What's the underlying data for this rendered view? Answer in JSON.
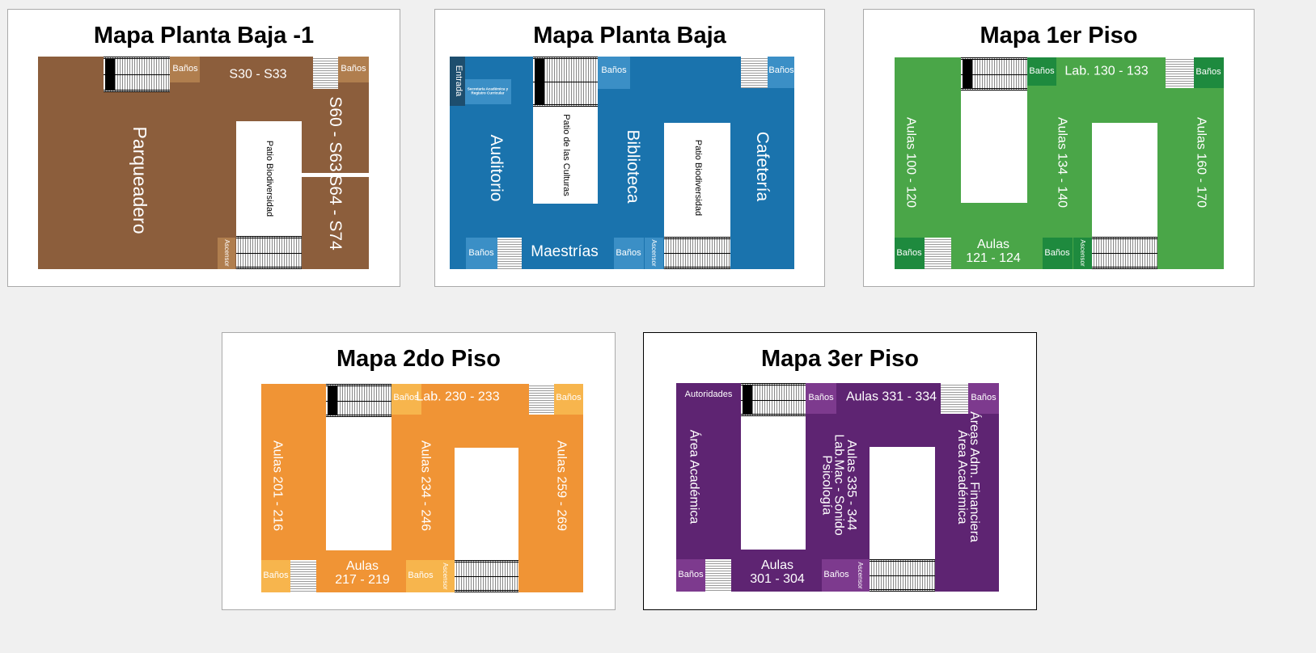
{
  "colors": {
    "brown": "#8c5e3c",
    "blue": "#1a73ad",
    "green": "#4aa648",
    "orange": "#f09435",
    "purple": "#5e2472"
  },
  "maps": [
    {
      "title": "Mapa Planta Baja -1",
      "labels": {
        "banos": "Baños",
        "s30": "S30 - S33",
        "s60": "S60 - S63",
        "s64": "S64 - S74",
        "parqueadero": "Parqueadero",
        "patio": "Patio Biodiversidad",
        "ascensor": "Ascensor"
      }
    },
    {
      "title": "Mapa Planta Baja",
      "labels": {
        "entrada": "Entrada",
        "secretaria": "Secretaría Académica y\nRegistro Curricular",
        "banos": "Baños",
        "patio_culturas": "Patio de las Culturas",
        "patio": "Patio Biodiversidad",
        "auditorio": "Auditorio",
        "biblioteca": "Biblioteca",
        "cafeteria": "Cafetería",
        "maestrias": "Maestrías",
        "ascensor": "Ascensor"
      }
    },
    {
      "title": "Mapa 1er Piso",
      "labels": {
        "banos": "Baños",
        "lab": "Lab. 130 - 133",
        "left": "Aulas 100 - 120",
        "mid": "Aulas 134 - 140",
        "right": "Aulas 160 - 170",
        "bottom": "Aulas\n121 - 124",
        "ascensor": "Ascensor"
      }
    },
    {
      "title": "Mapa 2do Piso",
      "labels": {
        "banos": "Baños",
        "lab": "Lab. 230 - 233",
        "left": "Aulas 201 - 216",
        "mid": "Aulas 234 - 246",
        "right": "Aulas 259 - 269",
        "bottom": "Aulas\n217 - 219",
        "ascensor": "Ascensor"
      }
    },
    {
      "title": "Mapa 3er Piso",
      "labels": {
        "autoridades": "Autoridades",
        "banos": "Baños",
        "top": "Aulas 331 - 334",
        "left": "Área Académica",
        "mid": "Aulas 335 - 344\nLab.Mac - Sonido\nPsicología",
        "right": "Áreas Adm. Financiera\nÁrea Académica",
        "bottom": "Aulas\n301 - 304",
        "ascensor": "Ascensor"
      }
    }
  ]
}
